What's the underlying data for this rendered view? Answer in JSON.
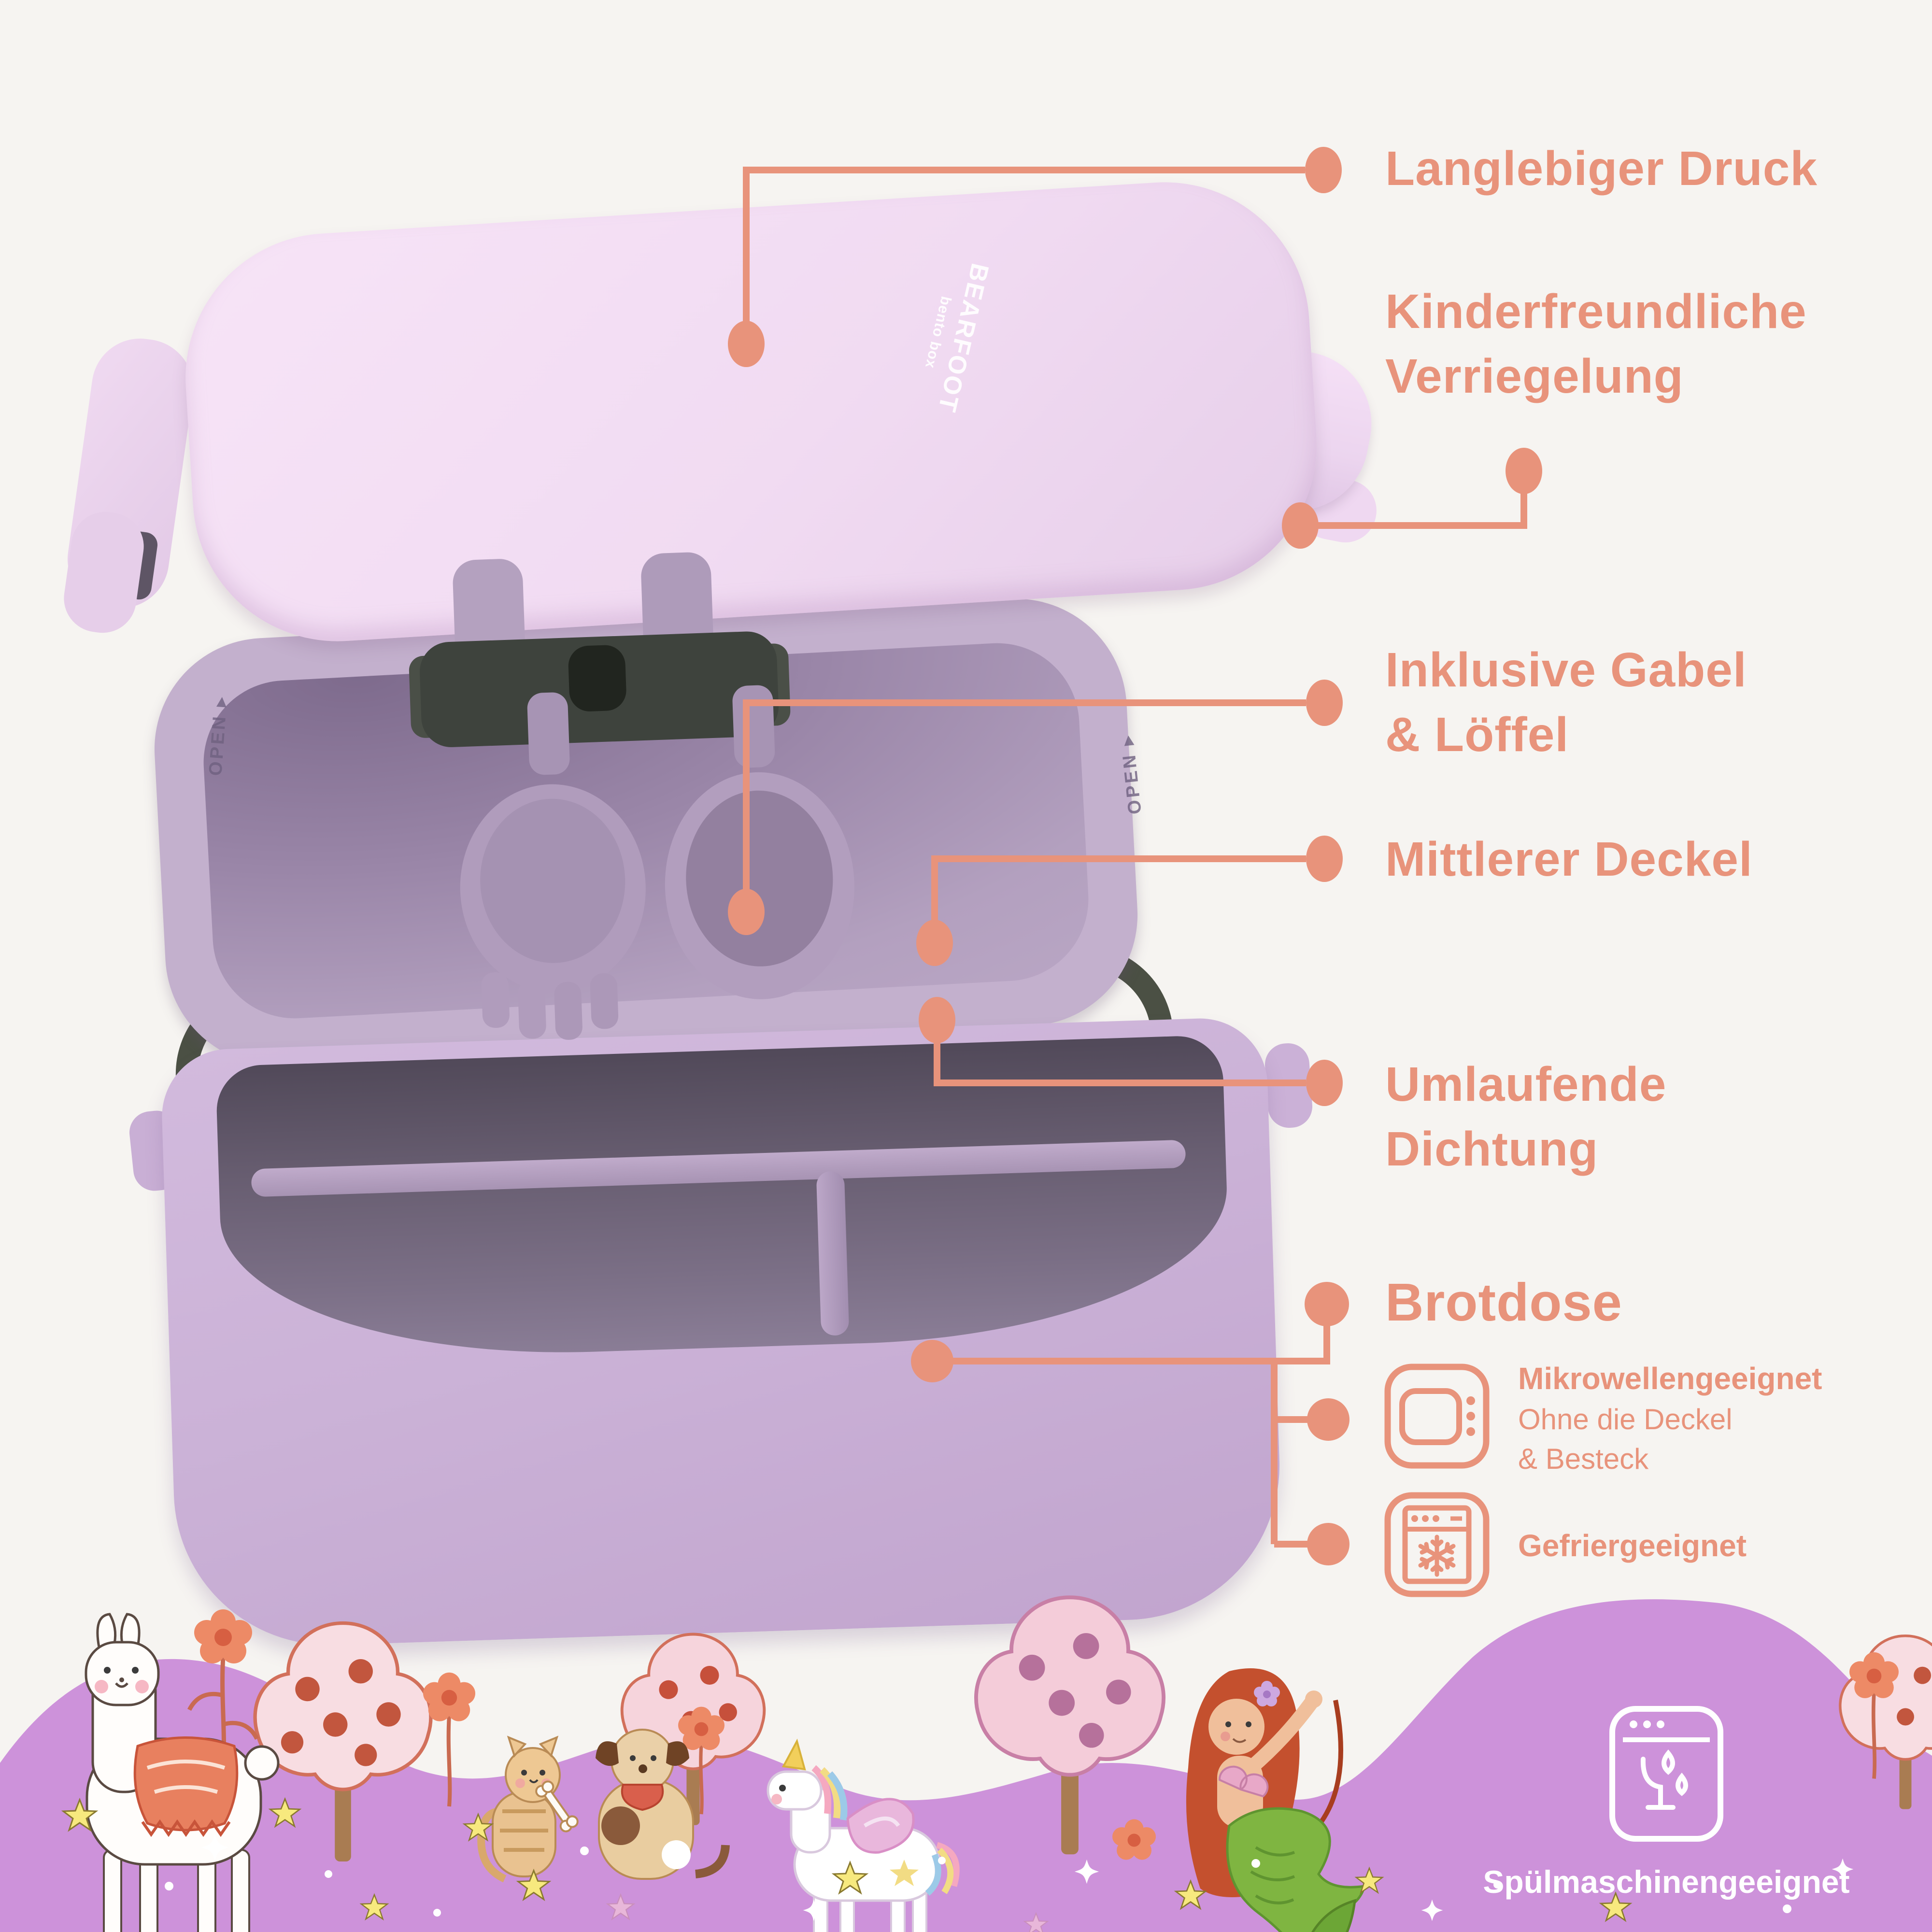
{
  "colors": {
    "accent": "#E8937B",
    "wave_purple": "#CD92DA",
    "lid_pink": "#F3DEF4",
    "box_purple": "#CBB2D7",
    "clip_gray": "#3E433D",
    "seal_gray": "#4B5045",
    "text_white": "#FFFFFF"
  },
  "brand": {
    "name": "BEARFOOT",
    "tagline": "bento box"
  },
  "lunchbox": {
    "open_label": "OPEN"
  },
  "callouts": {
    "print": {
      "line1": "Langlebiger Druck"
    },
    "lock": {
      "line1": "Kinderfreundliche",
      "line2": "Verriegelung"
    },
    "cutlery": {
      "line1": "Inklusive Gabel",
      "line2": "& Löffel"
    },
    "middle_lid": {
      "line1": "Mittlerer Deckel"
    },
    "seal": {
      "line1": "Umlaufende",
      "line2": "Dichtung"
    },
    "box": {
      "line1": "Brotdose"
    }
  },
  "features": {
    "microwave": {
      "title": "Mikrowellengeeignet",
      "line2": "Ohne die Deckel",
      "line3": "& Besteck"
    },
    "freezer": {
      "title": "Gefriergeeignet"
    },
    "dishwasher": {
      "title": "Spülmaschinengeeignet"
    }
  }
}
